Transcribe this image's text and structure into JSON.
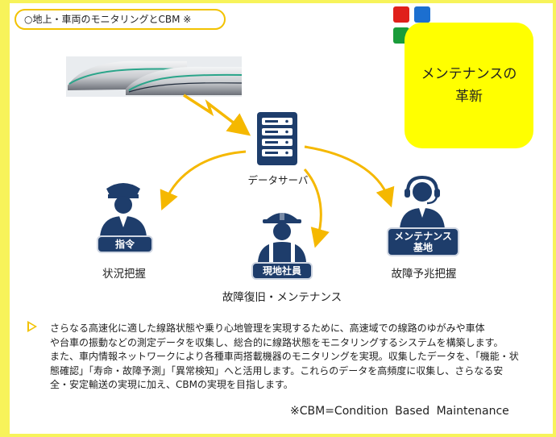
{
  "title": "○地上・車両のモニタリングとCBM ※",
  "highlight_box": {
    "line1": "メンテナンスの",
    "line2": "革新"
  },
  "server_label": "データサーバ",
  "roles": [
    {
      "badge": "指令",
      "caption": "状況把握",
      "icon": "dispatcher-person-icon"
    },
    {
      "badge": "現地社員",
      "caption": "故障復旧・メンテナンス",
      "icon": "field-worker-person-icon"
    },
    {
      "badge_line1": "メンテナンス",
      "badge_line2": "基地",
      "caption": "故障予兆把握",
      "icon": "headset-operator-person-icon"
    }
  ],
  "description": {
    "line1": "さらなる高速化に適した線路状態や乗り心地管理を実現するために、高速域での線路のゆがみや車体",
    "line2": "や台車の振動などの測定データを収集し、総合的に線路状態をモニタリングするシステムを構築します。",
    "line3": "また、車内情報ネットワークにより各種車両搭載機器のモニタリングを実現。収集したデータを、「機能・状",
    "line4": "態確認」「寿命・故障予測」「異常検知」へと活用します。これらのデータを高頻度に収集し、さらなる安",
    "line5": "全・安定輸送の実現に加え、CBMの実現を目指します。"
  },
  "footnote": "※CBM=Condition Based Maintenance",
  "colors": {
    "accent_yellow": "#ffff00",
    "frame_yellow": "#f7f35a",
    "arrow_yellow": "#f5b800",
    "navy": "#1e3d6b",
    "logo_red": "#e0201b",
    "logo_blue": "#1c6fd0",
    "logo_green": "#1a9c3a"
  }
}
